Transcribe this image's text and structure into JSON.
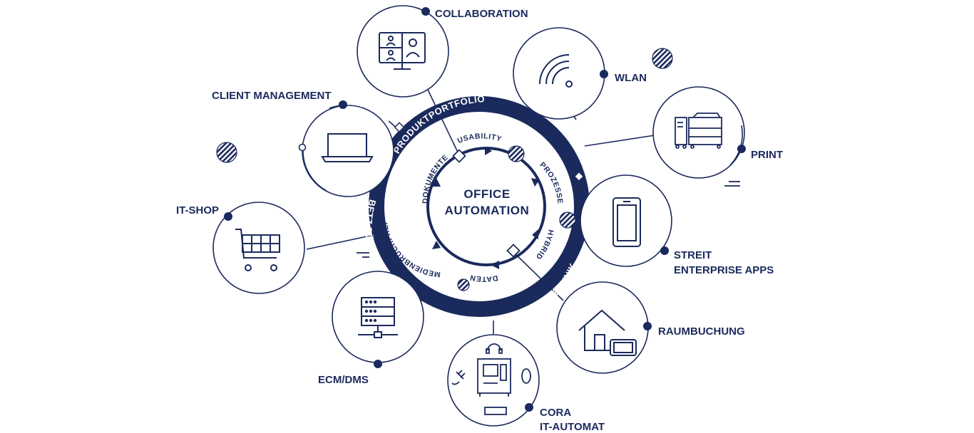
{
  "colors": {
    "navy": "#1b2a5c",
    "white": "#ffffff"
  },
  "center": {
    "line1": "OFFICE",
    "line2": "AUTOMATION"
  },
  "ring": {
    "top": "PRODUKTPORTFOLIO",
    "left": "BETZ BÜROWELT",
    "right": "BÜROTECHNIK"
  },
  "inner": {
    "usability": "USABILITY",
    "prozesse": "PROZESSE",
    "hybrid": "HYBRID",
    "daten": "DATEN",
    "medienbruchfrei": "MEDIENBRUCHFREI",
    "dokumente": "DOKUMENTE"
  },
  "nodes": {
    "collaboration": {
      "label": "COLLABORATION",
      "icon": "video-conference-icon"
    },
    "wlan": {
      "label": "WLAN",
      "icon": "wifi-icon"
    },
    "print": {
      "label": "PRINT",
      "icon": "printer-icon"
    },
    "streit": {
      "label1": "STREIT",
      "label2": "ENTERPRISE APPS",
      "icon": "smartphone-icon"
    },
    "raumbuchung": {
      "label": "RAUMBUCHUNG",
      "icon": "house-tablet-icon"
    },
    "cora": {
      "label1": "CORA",
      "label2": "IT-AUTOMAT",
      "icon": "vending-machine-icon"
    },
    "ecm": {
      "label": "ECM/DMS",
      "icon": "server-icon"
    },
    "itshop": {
      "label": "IT-SHOP",
      "icon": "shopping-cart-icon"
    },
    "client": {
      "label": "CLIENT MANAGEMENT",
      "icon": "laptop-icon"
    }
  }
}
